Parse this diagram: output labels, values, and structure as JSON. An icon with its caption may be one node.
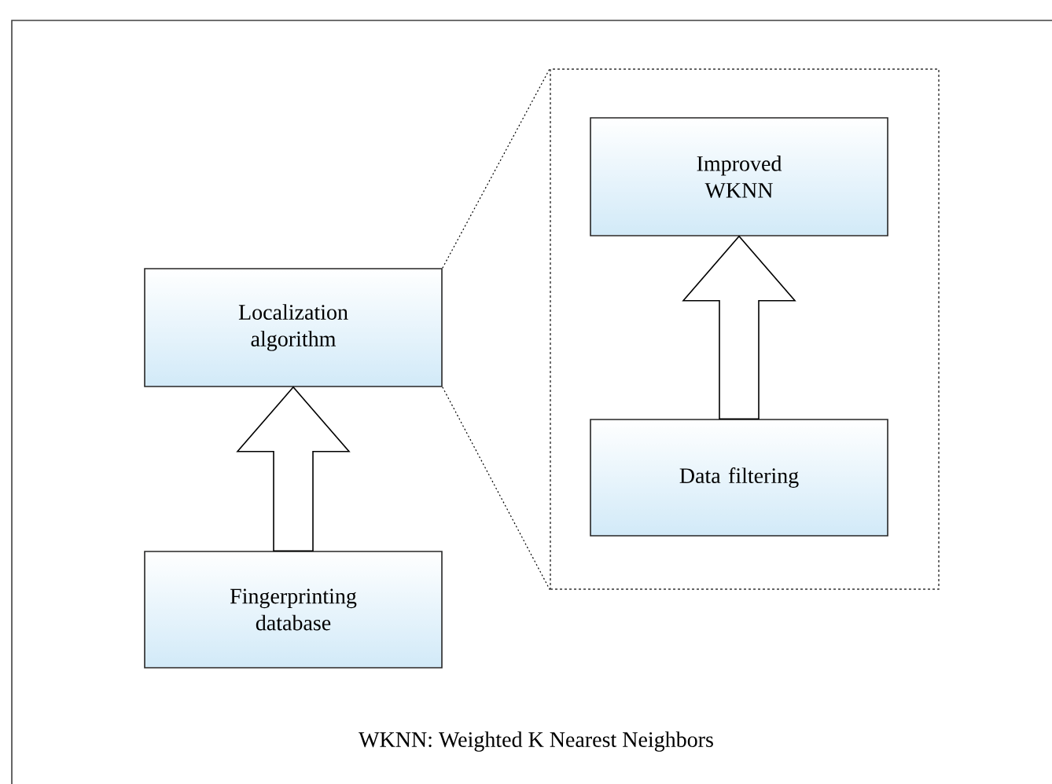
{
  "diagram": {
    "caption": "WKNN: Weighted K Nearest Neighbors",
    "nodes": [
      {
        "text": [
          "Localization algorithm"
        ]
      },
      {
        "text": [
          "Fingerprinting database"
        ]
      },
      {
        "text": [],
        "shape": "box"
      },
      {
        "text": [
          "Improved WKNN"
        ],
        "in": 2
      },
      {
        "text": [
          "Data filtering"
        ],
        "in": 2
      }
    ],
    "edges": [
      {
        "from": 1,
        "to": 0,
        "arrow": "to"
      },
      {
        "from": 4,
        "to": 3,
        "arrow": "to"
      },
      {
        "from": 0,
        "to": 2,
        "arrow": "none",
        "style": "dashed"
      },
      {
        "from": 0,
        "to": 2,
        "arrow": "none",
        "style": "dashed"
      }
    ]
  }
}
